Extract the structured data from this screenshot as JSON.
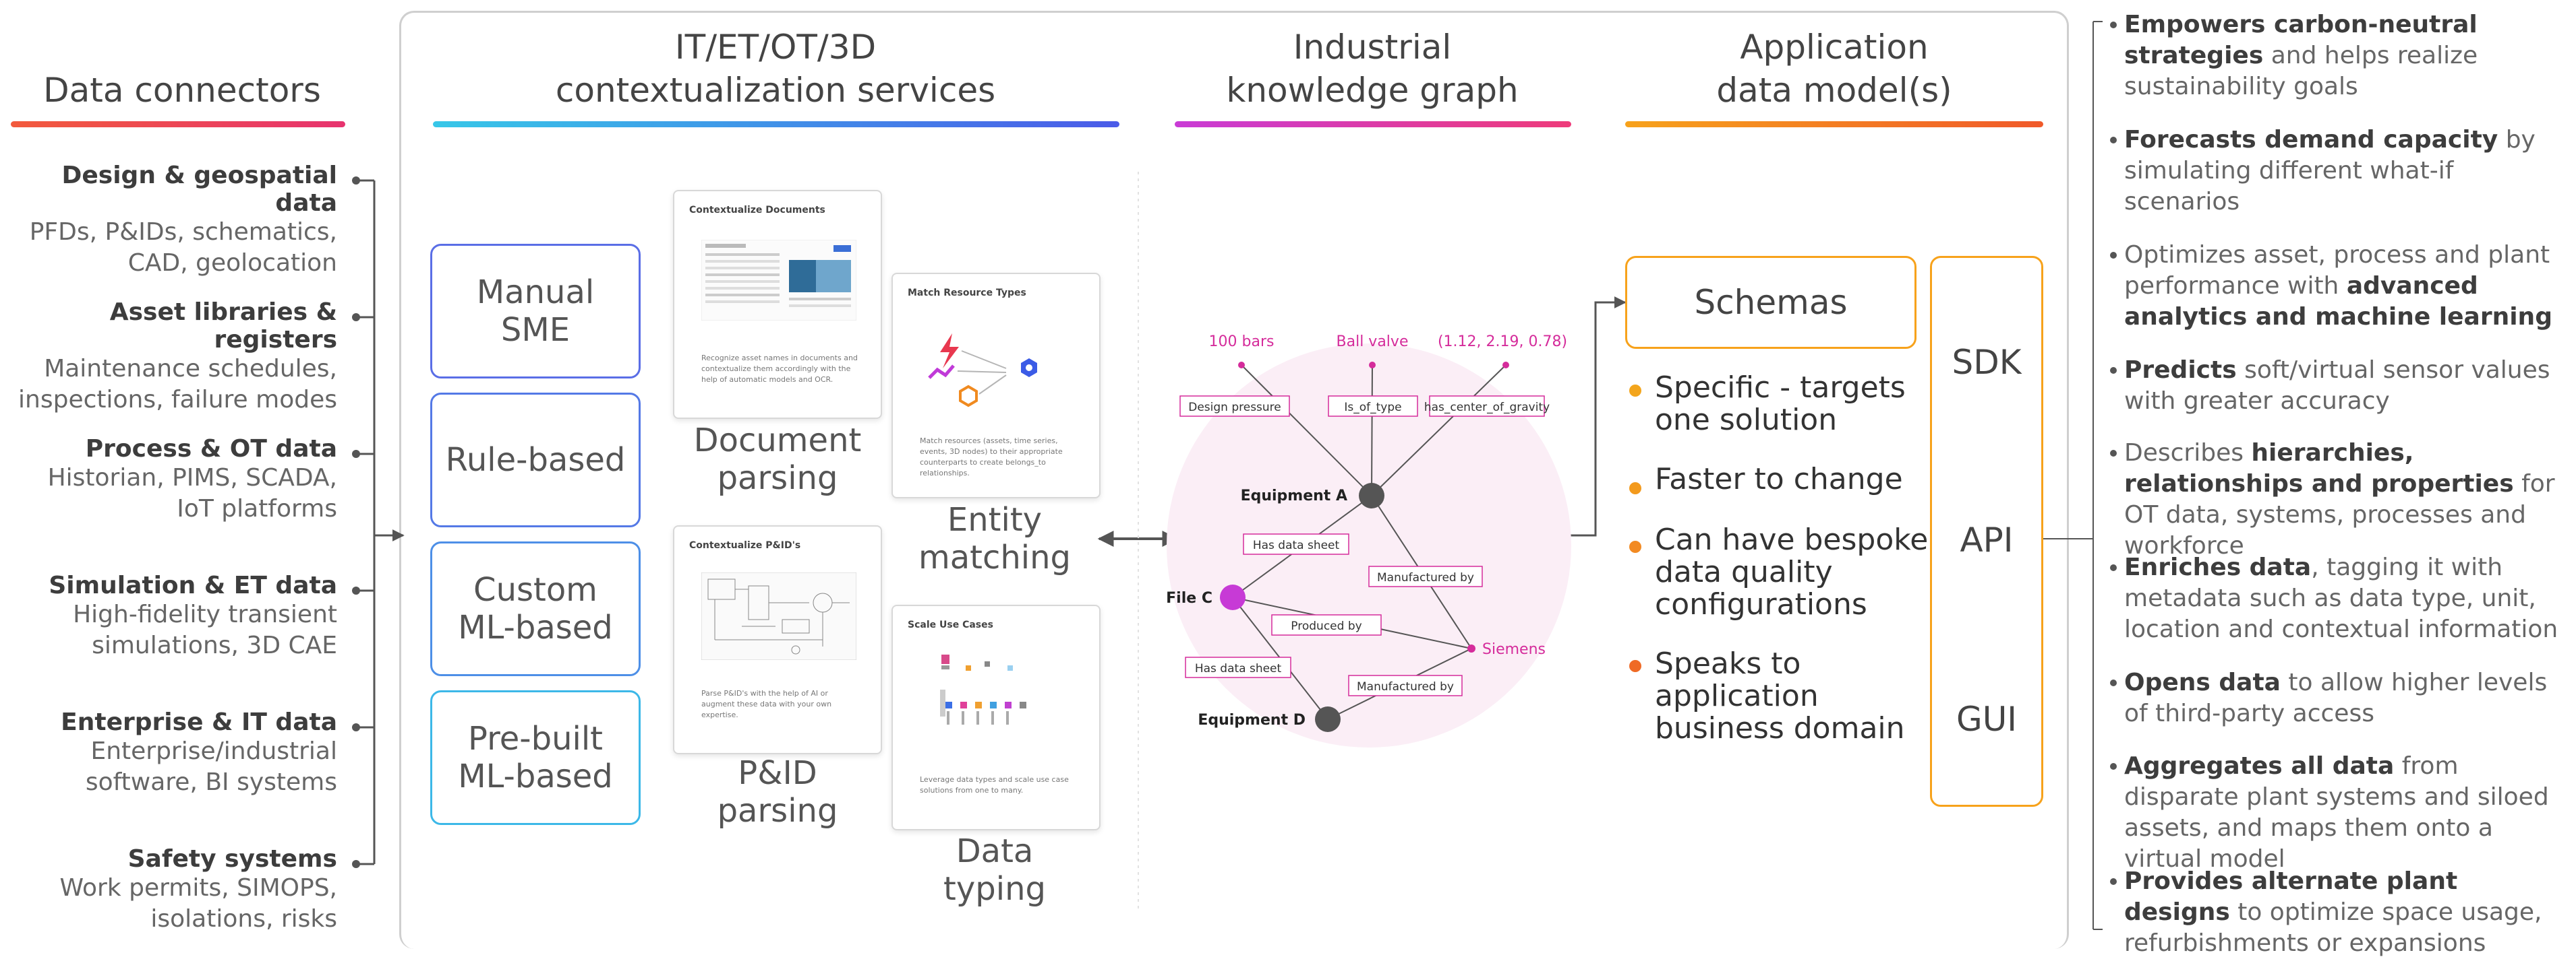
{
  "headers": {
    "connectors": "Data connectors",
    "ctx_line1": "IT/ET/OT/3D",
    "ctx_line2": "contextualization services",
    "kg_line1": "Industrial",
    "kg_line2": "knowledge graph",
    "app_line1": "Application",
    "app_line2": "data model(s)"
  },
  "colors": {
    "connectors_bar": [
      "#f25a3c",
      "#e7336f"
    ],
    "ctx_bar": [
      "#37c7e8",
      "#4b5be8"
    ],
    "kg_bar": [
      "#c93bd6",
      "#ee3b7a"
    ],
    "app_bar": [
      "#f7a21b",
      "#f0592a"
    ],
    "graph_pink": "#d52c9b",
    "node_gray": "#555555"
  },
  "connectors": [
    {
      "title": "Design & geospatial data",
      "sub1": "PFDs, P&IDs, schematics,",
      "sub2": "CAD, geolocation"
    },
    {
      "title": "Asset libraries & registers",
      "sub1": "Maintenance schedules,",
      "sub2": "inspections, failure modes"
    },
    {
      "title": "Process & OT data",
      "sub1": "Historian, PIMS, SCADA,",
      "sub2": "IoT platforms"
    },
    {
      "title": "Simulation & ET data",
      "sub1": "High-fidelity transient",
      "sub2": "simulations, 3D CAE"
    },
    {
      "title": "Enterprise & IT data",
      "sub1": "Enterprise/industrial",
      "sub2": "software, BI systems"
    },
    {
      "title": "Safety systems",
      "sub1": "Work permits, SIMOPS,",
      "sub2": "isolations, risks"
    }
  ],
  "methods": [
    {
      "line1": "Manual",
      "line2": "SME"
    },
    {
      "line1": "Rule-based",
      "line2": ""
    },
    {
      "line1": "Custom",
      "line2": "ML-based"
    },
    {
      "line1": "Pre-built",
      "line2": "ML-based"
    }
  ],
  "cards": {
    "doc_title": "Contextualize Documents",
    "doc_desc": "Recognize asset names in documents and contextualize them accordingly with the help of automatic models and OCR.",
    "doc_cap1": "Document",
    "doc_cap2": "parsing",
    "pid_title": "Contextualize P&ID's",
    "pid_desc": "Parse P&ID's with the help of AI or augment these data with your own expertise.",
    "pid_cap1": "P&ID",
    "pid_cap2": "parsing",
    "match_title": "Match Resource Types",
    "match_desc": "Match resources (assets, time series, events, 3D nodes) to their appropriate counterparts to create belongs_to relationships.",
    "match_cap1": "Entity",
    "match_cap2": "matching",
    "scale_title": "Scale Use Cases",
    "scale_desc": "Leverage data types and scale use case solutions from one to many.",
    "scale_cap1": "Data",
    "scale_cap2": "typing"
  },
  "graph": {
    "top_values": [
      "100 bars",
      "Ball valve",
      "(1.12, 2.19, 0.78)"
    ],
    "edge_labels": [
      "Design pressure",
      "Is_of_type",
      "has_center_of_gravity",
      "Has data sheet",
      "Manufactured by",
      "Produced by",
      "Has data sheet",
      "Manufactured by"
    ],
    "nodes": [
      "Equipment A",
      "File C",
      "Siemens",
      "Equipment D"
    ]
  },
  "app": {
    "schemas": "Schemas",
    "bullets": [
      {
        "line1": "Specific - targets",
        "line2": "one solution",
        "line3": "",
        "color": "#f3a51c"
      },
      {
        "line1": "Faster to change",
        "line2": "",
        "line3": "",
        "color": "#f39a1d"
      },
      {
        "line1": "Can have bespoke",
        "line2": "data quality",
        "line3": "configurations",
        "color": "#f28a22"
      },
      {
        "line1": "Speaks to",
        "line2": "application",
        "line3": "business domain",
        "color": "#ef6a25"
      }
    ],
    "interfaces": [
      "SDK",
      "API",
      "GUI"
    ]
  },
  "benefits": [
    {
      "pre": "",
      "bold": "Empowers carbon-neutral strategies",
      "post": " and helps realize sustainability goals"
    },
    {
      "pre": "",
      "bold": "Forecasts demand capacity",
      "post": " by simulating different what-if scenarios"
    },
    {
      "pre": "Optimizes asset, process and plant performance with ",
      "bold": "advanced analytics and machine learning",
      "post": ""
    },
    {
      "pre": "",
      "bold": "Predicts",
      "post": " soft/virtual sensor values with greater accuracy"
    },
    {
      "pre": "Describes ",
      "bold": "hierarchies, relationships and properties",
      "post": " for OT data, systems, processes and workforce"
    },
    {
      "pre": "",
      "bold": "Enriches data",
      "post": ", tagging it with metadata such as data type, unit, location and contextual information"
    },
    {
      "pre": "",
      "bold": "Opens data",
      "post": " to allow higher levels of third-party access"
    },
    {
      "pre": "",
      "bold": "Aggregates all data",
      "post": " from disparate plant systems and siloed assets, and maps them onto a virtual model"
    },
    {
      "pre": "",
      "bold": "Provides alternate plant designs",
      "post": " to optimize space usage, refurbishments or expansions"
    }
  ]
}
